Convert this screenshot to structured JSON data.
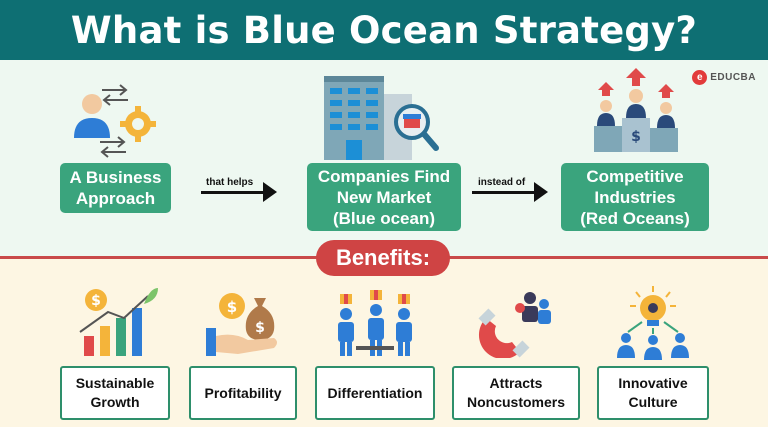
{
  "title": "What is Blue Ocean Strategy?",
  "brand": {
    "logo_mark": "e",
    "logo_text": "EDUCBA",
    "logo_color": "#e23b3b"
  },
  "flow": {
    "nodes": [
      {
        "line1": "A Business",
        "line2": "Approach",
        "line3": ""
      },
      {
        "line1": "Companies Find",
        "line2": "New Market",
        "line3": "(Blue ocean)"
      },
      {
        "line1": "Competitive",
        "line2": "Industries",
        "line3": "(Red Oceans)"
      }
    ],
    "edges": [
      {
        "label": "that helps"
      },
      {
        "label": "instead of"
      }
    ]
  },
  "benefits_label": "Benefits:",
  "benefits": [
    {
      "line1": "Sustainable",
      "line2": "Growth",
      "icon": "growth-chart-icon"
    },
    {
      "line1": "Profitability",
      "line2": "",
      "icon": "money-bag-icon"
    },
    {
      "line1": "Differentiation",
      "line2": "",
      "icon": "people-boxes-icon"
    },
    {
      "line1": "Attracts",
      "line2": "Noncustomers",
      "icon": "magnet-icon"
    },
    {
      "line1": "Innovative",
      "line2": "Culture",
      "icon": "lightbulb-team-icon"
    }
  ],
  "colors": {
    "title_bg": "#0e6f73",
    "node_bg": "#3aa47d",
    "accent_red": "#cf4444",
    "box_border": "#2e8f6b"
  }
}
